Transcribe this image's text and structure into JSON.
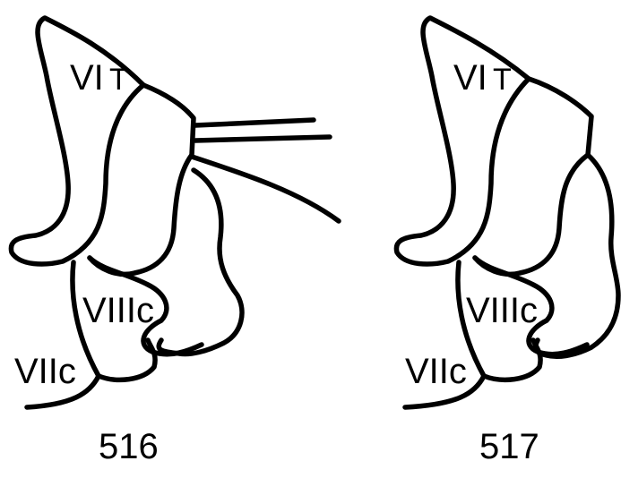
{
  "figures": [
    {
      "number": "516",
      "labels": {
        "vi_main": "VI",
        "vi_sub": "T",
        "viiic": "VIIIc",
        "viic": "VIIc"
      }
    },
    {
      "number": "517",
      "labels": {
        "vi_main": "VI",
        "vi_sub": "T",
        "viiic": "VIIIc",
        "viic": "VIIc"
      }
    }
  ]
}
